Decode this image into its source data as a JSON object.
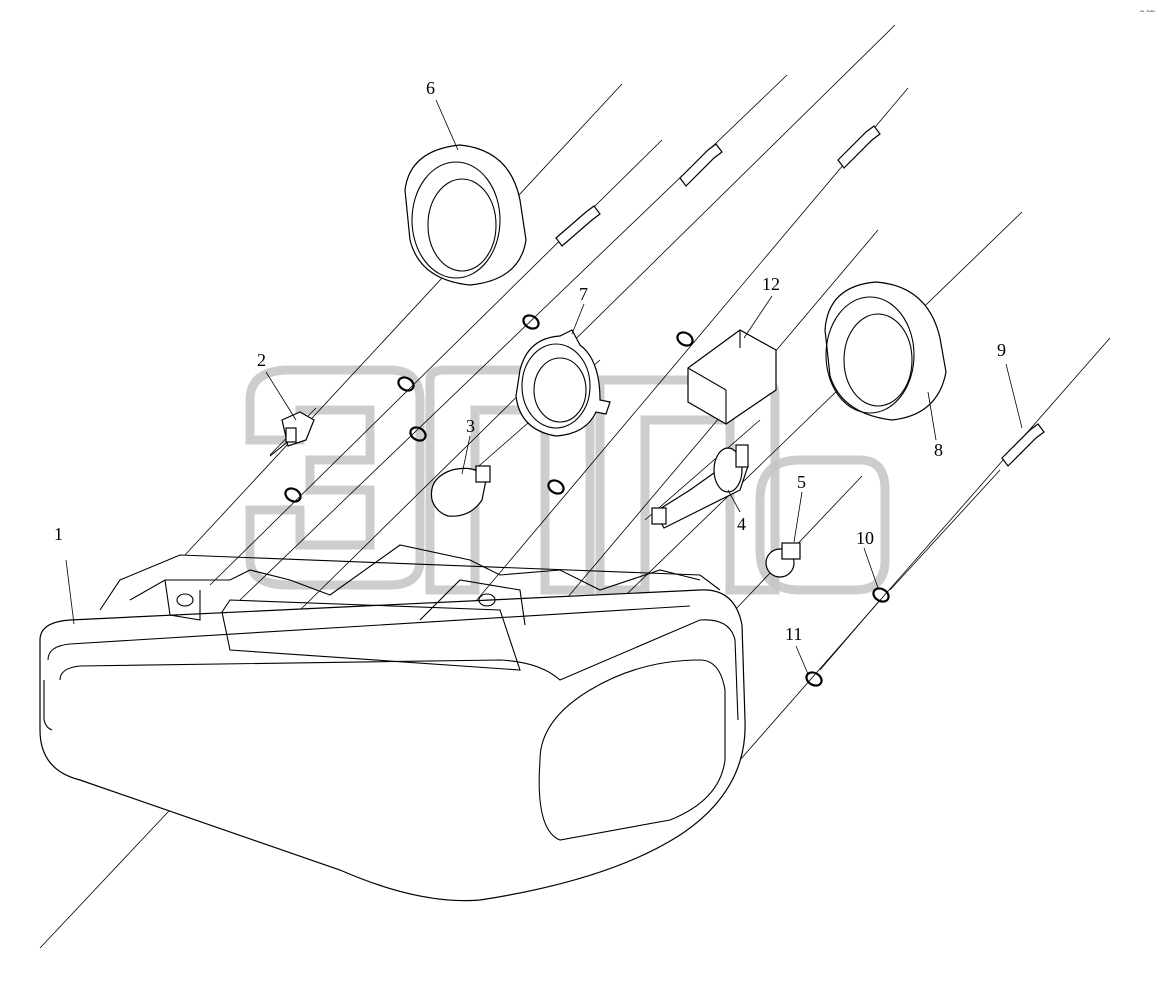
{
  "diagram": {
    "callouts": [
      "1",
      "2",
      "3",
      "4",
      "5",
      "6",
      "7",
      "8",
      "9",
      "10",
      "11",
      "12"
    ],
    "watermark": {
      "mark": "™",
      "color": "#c4c4c4"
    },
    "corner_mark": "~ ~~"
  }
}
